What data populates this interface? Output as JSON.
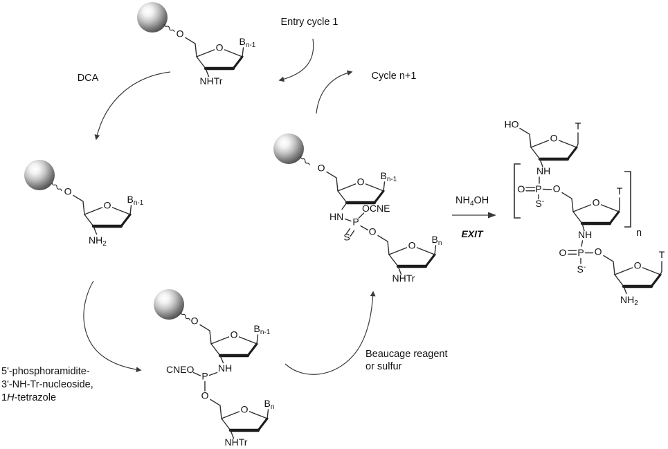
{
  "canvas": {
    "background": "#ffffff",
    "line_color": "#2e2e2e",
    "text_color": "#111111"
  },
  "annotations": {
    "entry_cycle": "Entry cycle 1",
    "cycle_next": "Cycle n+1",
    "dca": "DCA",
    "reagent_line1": "5'-phosphoramidite-",
    "reagent_line2": "3'-NH-Tr-nucleoside,",
    "reagent_line3_pre": "1",
    "reagent_line3_italic": "H",
    "reagent_line3_post": "-tetrazole",
    "sulfurization_line1": "Beaucage reagent",
    "sulfurization_line2": "or sulfur",
    "nh4oh_pre": "NH",
    "nh4oh_sub": "4",
    "nh4oh_post": "OH",
    "exit": "EXIT",
    "repeat_subscript": "n"
  },
  "atoms": {
    "oxygen": "O",
    "hydroxyl": "HO",
    "phosphorus": "P",
    "sulfur": "S",
    "nh": "NH",
    "hn": "HN",
    "nhtr": "NHTr",
    "amine": "NH",
    "amine_sub": "2",
    "sulfide": "S",
    "sulfide_charge": "-",
    "cneo": "CNEO",
    "ocne": "OCNE",
    "base_b": "B",
    "base_sub_n1": "n-1",
    "base_sub_n": "n",
    "base_t": "T"
  }
}
